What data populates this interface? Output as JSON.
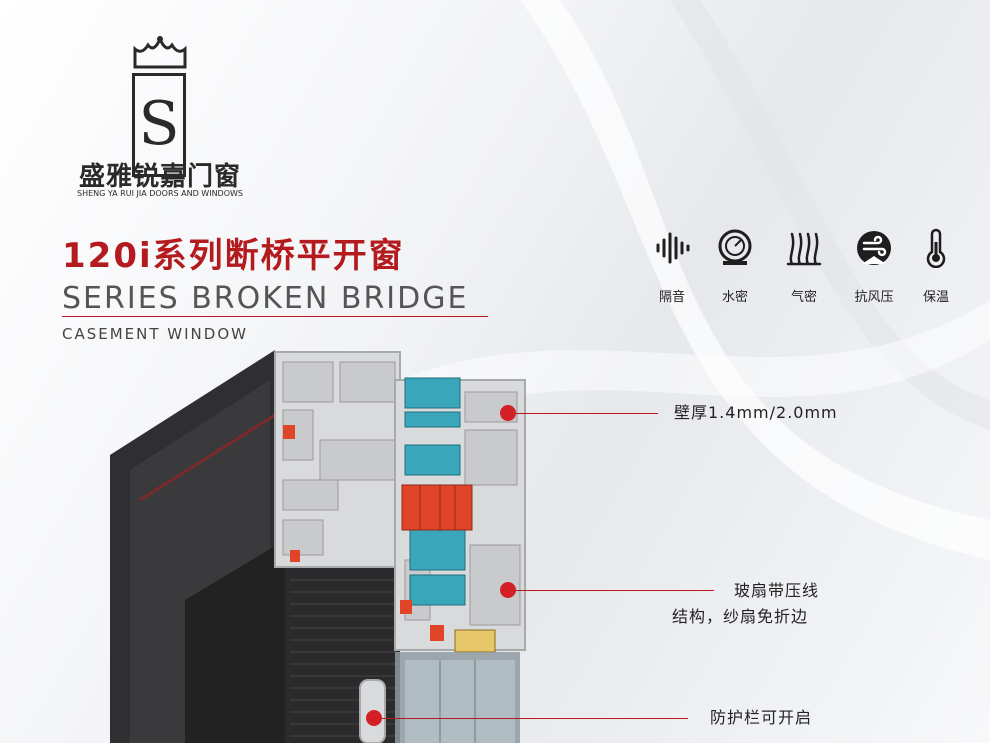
{
  "brand": {
    "name_cn": "盛雅锐嘉门窗",
    "name_en": "SHENG YA RUI JIA DOORS AND WINDOWS",
    "logo_letter": "S"
  },
  "title": {
    "main": "120i系列断桥平开窗",
    "sub": "SERIES BROKEN BRIDGE",
    "sub2": "CASEMENT WINDOW"
  },
  "features": [
    {
      "label": "隔音",
      "icon": "sound-wave-icon"
    },
    {
      "label": "水密",
      "icon": "water-gauge-icon"
    },
    {
      "label": "气密",
      "icon": "airflow-icon"
    },
    {
      "label": "抗风压",
      "icon": "wind-pressure-icon"
    },
    {
      "label": "保温",
      "icon": "thermometer-icon"
    }
  ],
  "callouts": [
    {
      "line1": "壁厚1.4mm/2.0mm",
      "line2": ""
    },
    {
      "line1": "玻扇带压线",
      "line2": "结构，纱扇免折边"
    },
    {
      "line1": "防护栏可开启",
      "line2": ""
    }
  ],
  "colors": {
    "accent": "#b31b1f",
    "profile_dark": "#2f2f31",
    "profile_light": "#d9dadc",
    "thermal_blue": "#3aa6b9",
    "thermal_orange": "#e0452a"
  }
}
